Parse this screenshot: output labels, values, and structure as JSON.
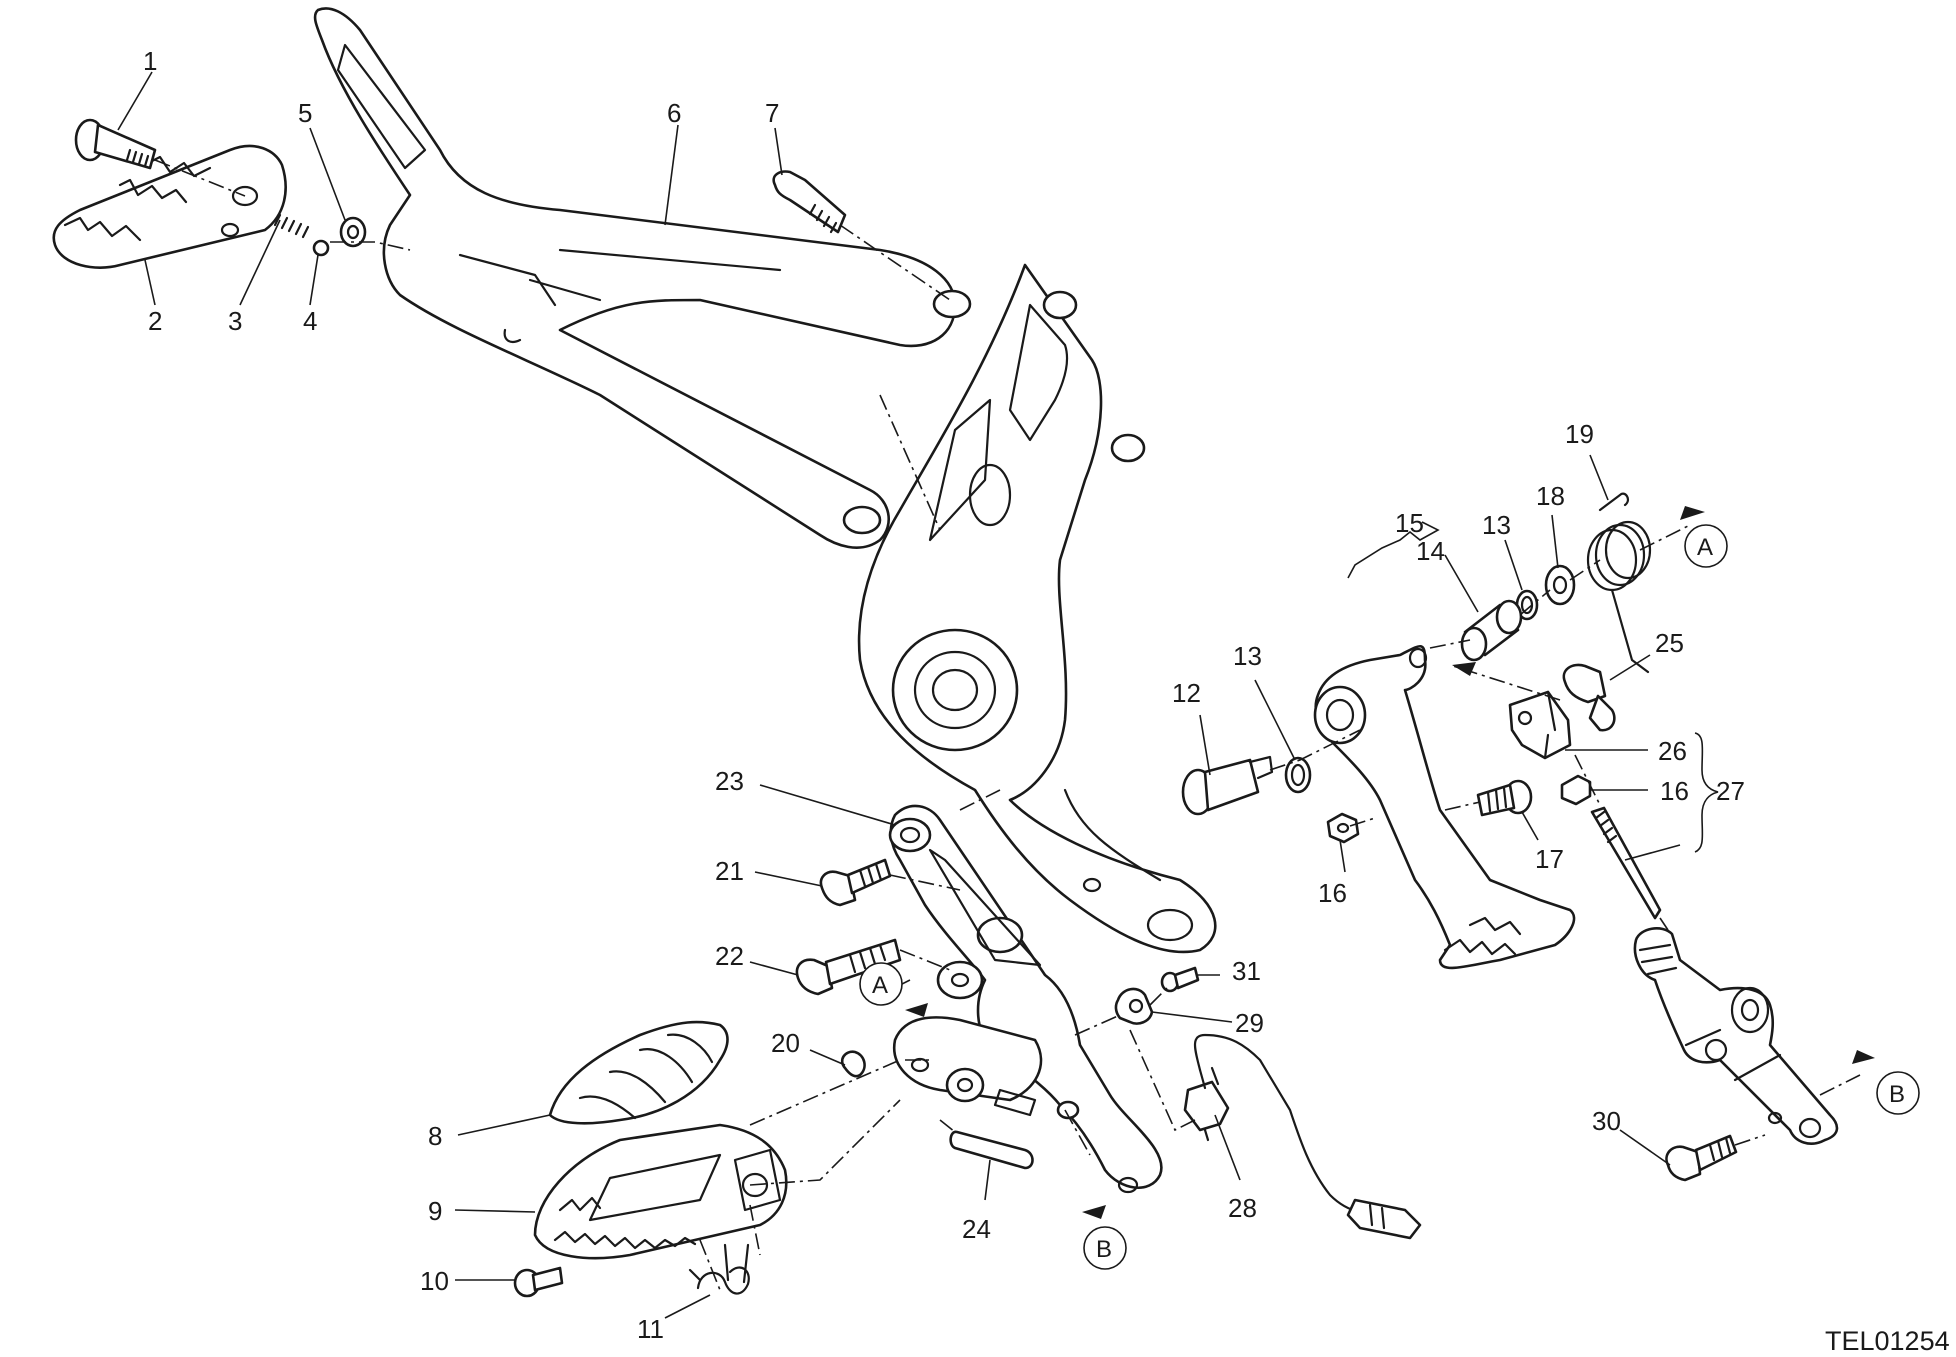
{
  "drawing_code": "TEL01254",
  "callouts": [
    "1",
    "2",
    "3",
    "4",
    "5",
    "6",
    "7",
    "8",
    "9",
    "10",
    "11",
    "12",
    "13",
    "13",
    "14",
    "15",
    "16",
    "16",
    "17",
    "18",
    "19",
    "20",
    "21",
    "22",
    "23",
    "24",
    "25",
    "26",
    "27",
    "28",
    "29",
    "30",
    "31"
  ],
  "ref_markers": [
    "A",
    "A",
    "B",
    "B"
  ],
  "colors": {
    "ink": "#1a1a1a",
    "paper": "#ffffff"
  }
}
